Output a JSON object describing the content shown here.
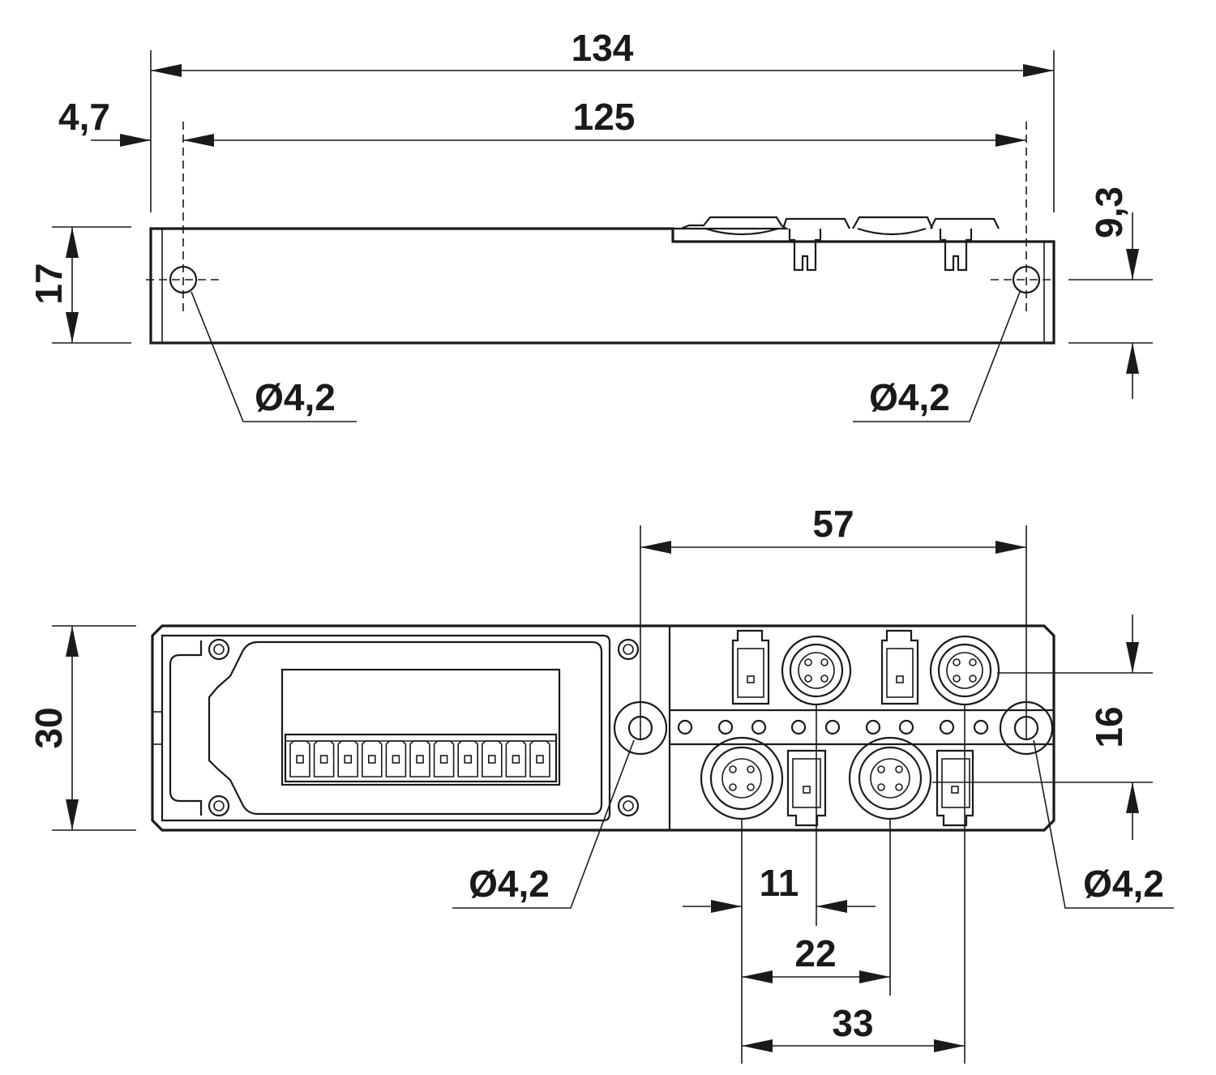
{
  "dimensions": {
    "side_view": {
      "overall_length": "134",
      "hole_spacing": "125",
      "hole_offset": "4,7",
      "height": "17",
      "hole_height": "9,3",
      "hole_left": "Ø4,2",
      "hole_right": "Ø4,2"
    },
    "top_view": {
      "hole_to_hole": "57",
      "width": "30",
      "connector_spacing": "16",
      "pitch_11": "11",
      "pitch_22": "22",
      "pitch_33": "33",
      "hole_left": "Ø4,2",
      "hole_right": "Ø4,2"
    }
  },
  "colors": {
    "line": "#1a1a1a",
    "background": "#ffffff"
  }
}
